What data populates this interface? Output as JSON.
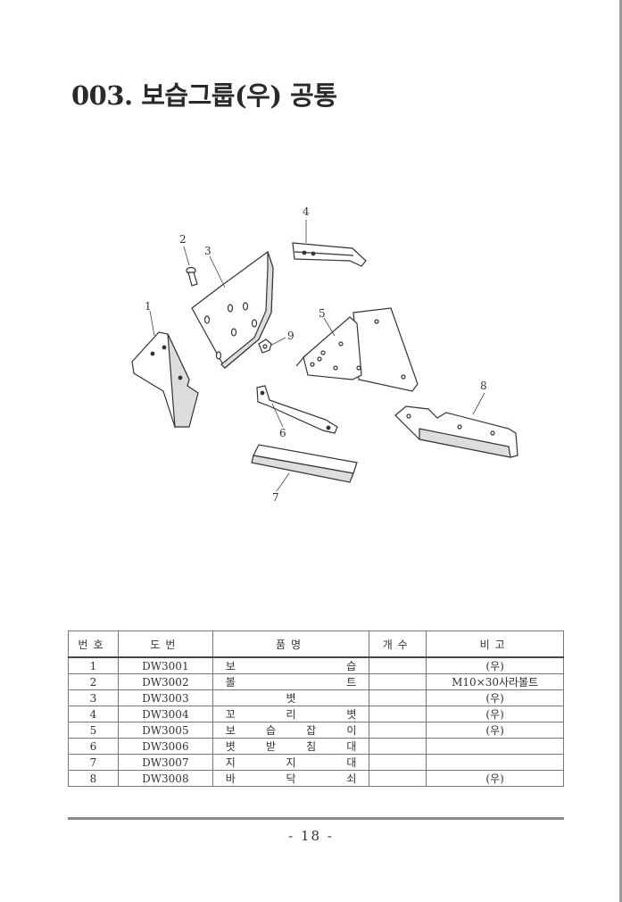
{
  "title": "003. 보습그룹(우) 공통",
  "callouts": [
    "1",
    "2",
    "3",
    "4",
    "5",
    "6",
    "7",
    "8",
    "9"
  ],
  "table": {
    "headers": [
      "번호",
      "도번",
      "품명",
      "개수",
      "비고"
    ],
    "rows": [
      {
        "no": "1",
        "code": "DW3001",
        "name": "보 습",
        "qty": "",
        "note": "(우)"
      },
      {
        "no": "2",
        "code": "DW3002",
        "name": "볼 트",
        "qty": "",
        "note": "M10×30사라볼트"
      },
      {
        "no": "3",
        "code": "DW3003",
        "name": "볏",
        "qty": "",
        "note": "(우)"
      },
      {
        "no": "4",
        "code": "DW3004",
        "name": "꼬 리 볏",
        "qty": "",
        "note": "(우)"
      },
      {
        "no": "5",
        "code": "DW3005",
        "name": "보 습 잡 이",
        "qty": "",
        "note": "(우)"
      },
      {
        "no": "6",
        "code": "DW3006",
        "name": "볏 받 침 대",
        "qty": "",
        "note": ""
      },
      {
        "no": "7",
        "code": "DW3007",
        "name": "지 지 대",
        "qty": "",
        "note": ""
      },
      {
        "no": "8",
        "code": "DW3008",
        "name": "바 닥 쇠",
        "qty": "",
        "note": "(우)"
      }
    ]
  },
  "page_number": "- 18 -"
}
